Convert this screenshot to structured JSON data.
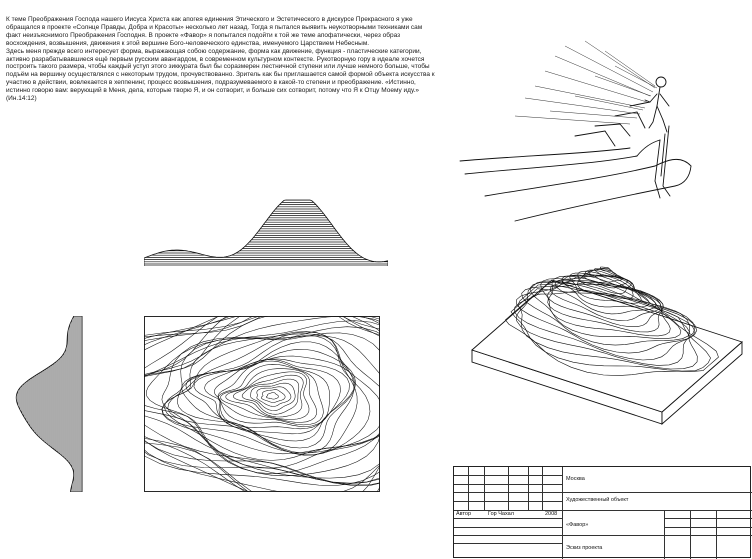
{
  "essay": {
    "paragraph_1": "К теме Преображения Господа нашего Иисуса Христа как апогея единения Этического и Эстетического в дискурсе Прекрасного я уже обращался в проекте «Солнце Правды, Добра и Красоты» несколько лет назад. Тогда я пытался выявить неуκотворными техниками сам факт неизъяснимого Преображения Господня. В проекте «Фавор» я попытался подойти к той же теме апофатически, через образ восхождения, возвышения, движения к этой вершине Бого-человеческого единства, именуемого Царствием Небесным.",
    "paragraph_2": "Здесь меня прежде всего интересует форма, выражающая собою содержание, форма как движение, функция - пластические категории, активно разрабатывавшиеся ещё первым русским авангардом, в современном культурном контексте. Рукотворную гору в идеале хочется построить такого размера, чтобы каждый уступ этого зиккурата был бы соразмерен лестничной ступени или лучше немного больше, чтобы подъём на вершину осуществлялся с некоторым трудом, прочувствованно. Зритель как бы приглашается самой формой объекта искусства к участию в действии, вовлекается в хеппенинг, процесс возвышения, подразумеваемого в какой-то степени и преображение. «Истинно, истинно говорю вам: верующий в Меня, дела, которые творю Я, и он сотворит, и больше сих сотворит, потому что Я к Отцу Моему иду.» (Ин.14:12)"
  },
  "title_block": {
    "city": "Москва",
    "object_type": "Художественный объект",
    "author_label": "Автор",
    "author_name": "Гор Чахал",
    "year": "2008",
    "project_name": "«Фавор»",
    "stage": "Эскиз проекта"
  }
}
